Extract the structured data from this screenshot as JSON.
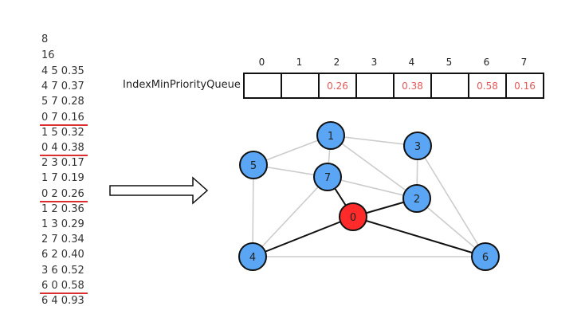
{
  "input": {
    "vertex_count": "8",
    "edge_count": "16",
    "edges": [
      {
        "text": "4 5 0.35",
        "underlined": false
      },
      {
        "text": "4 7 0.37",
        "underlined": false
      },
      {
        "text": "5 7 0.28",
        "underlined": false
      },
      {
        "text": "0 7 0.16",
        "underlined": true
      },
      {
        "text": "1 5 0.32",
        "underlined": false
      },
      {
        "text": "0 4 0.38",
        "underlined": true
      },
      {
        "text": "2 3 0.17",
        "underlined": false
      },
      {
        "text": "1 7 0.19",
        "underlined": false
      },
      {
        "text": "0 2 0.26",
        "underlined": true
      },
      {
        "text": "1 2 0.36",
        "underlined": false
      },
      {
        "text": "1 3 0.29",
        "underlined": false
      },
      {
        "text": "2 7 0.34",
        "underlined": false
      },
      {
        "text": "6 2 0.40",
        "underlined": false
      },
      {
        "text": "3 6 0.52",
        "underlined": false
      },
      {
        "text": "6 0 0.58",
        "underlined": true
      },
      {
        "text": "6 4 0.93",
        "underlined": false
      }
    ]
  },
  "priority_queue": {
    "label": "IndexMinPriorityQueue",
    "indices": [
      "0",
      "1",
      "2",
      "3",
      "4",
      "5",
      "6",
      "7"
    ],
    "values": [
      "",
      "",
      "0.26",
      "",
      "0.38",
      "",
      "0.58",
      "0.16"
    ]
  },
  "graph": {
    "nodes": [
      {
        "id": "0",
        "label": "0",
        "current": true
      },
      {
        "id": "1",
        "label": "1",
        "current": false
      },
      {
        "id": "2",
        "label": "2",
        "current": false
      },
      {
        "id": "3",
        "label": "3",
        "current": false
      },
      {
        "id": "4",
        "label": "4",
        "current": false
      },
      {
        "id": "5",
        "label": "5",
        "current": false
      },
      {
        "id": "6",
        "label": "6",
        "current": false
      },
      {
        "id": "7",
        "label": "7",
        "current": false
      }
    ],
    "edges": [
      {
        "from": "4",
        "to": "5",
        "highlighted": false
      },
      {
        "from": "4",
        "to": "7",
        "highlighted": false
      },
      {
        "from": "5",
        "to": "7",
        "highlighted": false
      },
      {
        "from": "0",
        "to": "7",
        "highlighted": true
      },
      {
        "from": "1",
        "to": "5",
        "highlighted": false
      },
      {
        "from": "0",
        "to": "4",
        "highlighted": true
      },
      {
        "from": "2",
        "to": "3",
        "highlighted": false
      },
      {
        "from": "1",
        "to": "7",
        "highlighted": false
      },
      {
        "from": "0",
        "to": "2",
        "highlighted": true
      },
      {
        "from": "1",
        "to": "2",
        "highlighted": false
      },
      {
        "from": "1",
        "to": "3",
        "highlighted": false
      },
      {
        "from": "2",
        "to": "7",
        "highlighted": false
      },
      {
        "from": "6",
        "to": "2",
        "highlighted": false
      },
      {
        "from": "3",
        "to": "6",
        "highlighted": false
      },
      {
        "from": "6",
        "to": "0",
        "highlighted": true
      },
      {
        "from": "6",
        "to": "4",
        "highlighted": false
      }
    ]
  },
  "colors": {
    "node_fill": "#5aa6f5",
    "current_node_fill": "#ff2b2b",
    "highlight_edge": "#111111",
    "normal_edge": "#cccccc",
    "underline": "#d9302f",
    "pq_value": "#e35a5a"
  }
}
